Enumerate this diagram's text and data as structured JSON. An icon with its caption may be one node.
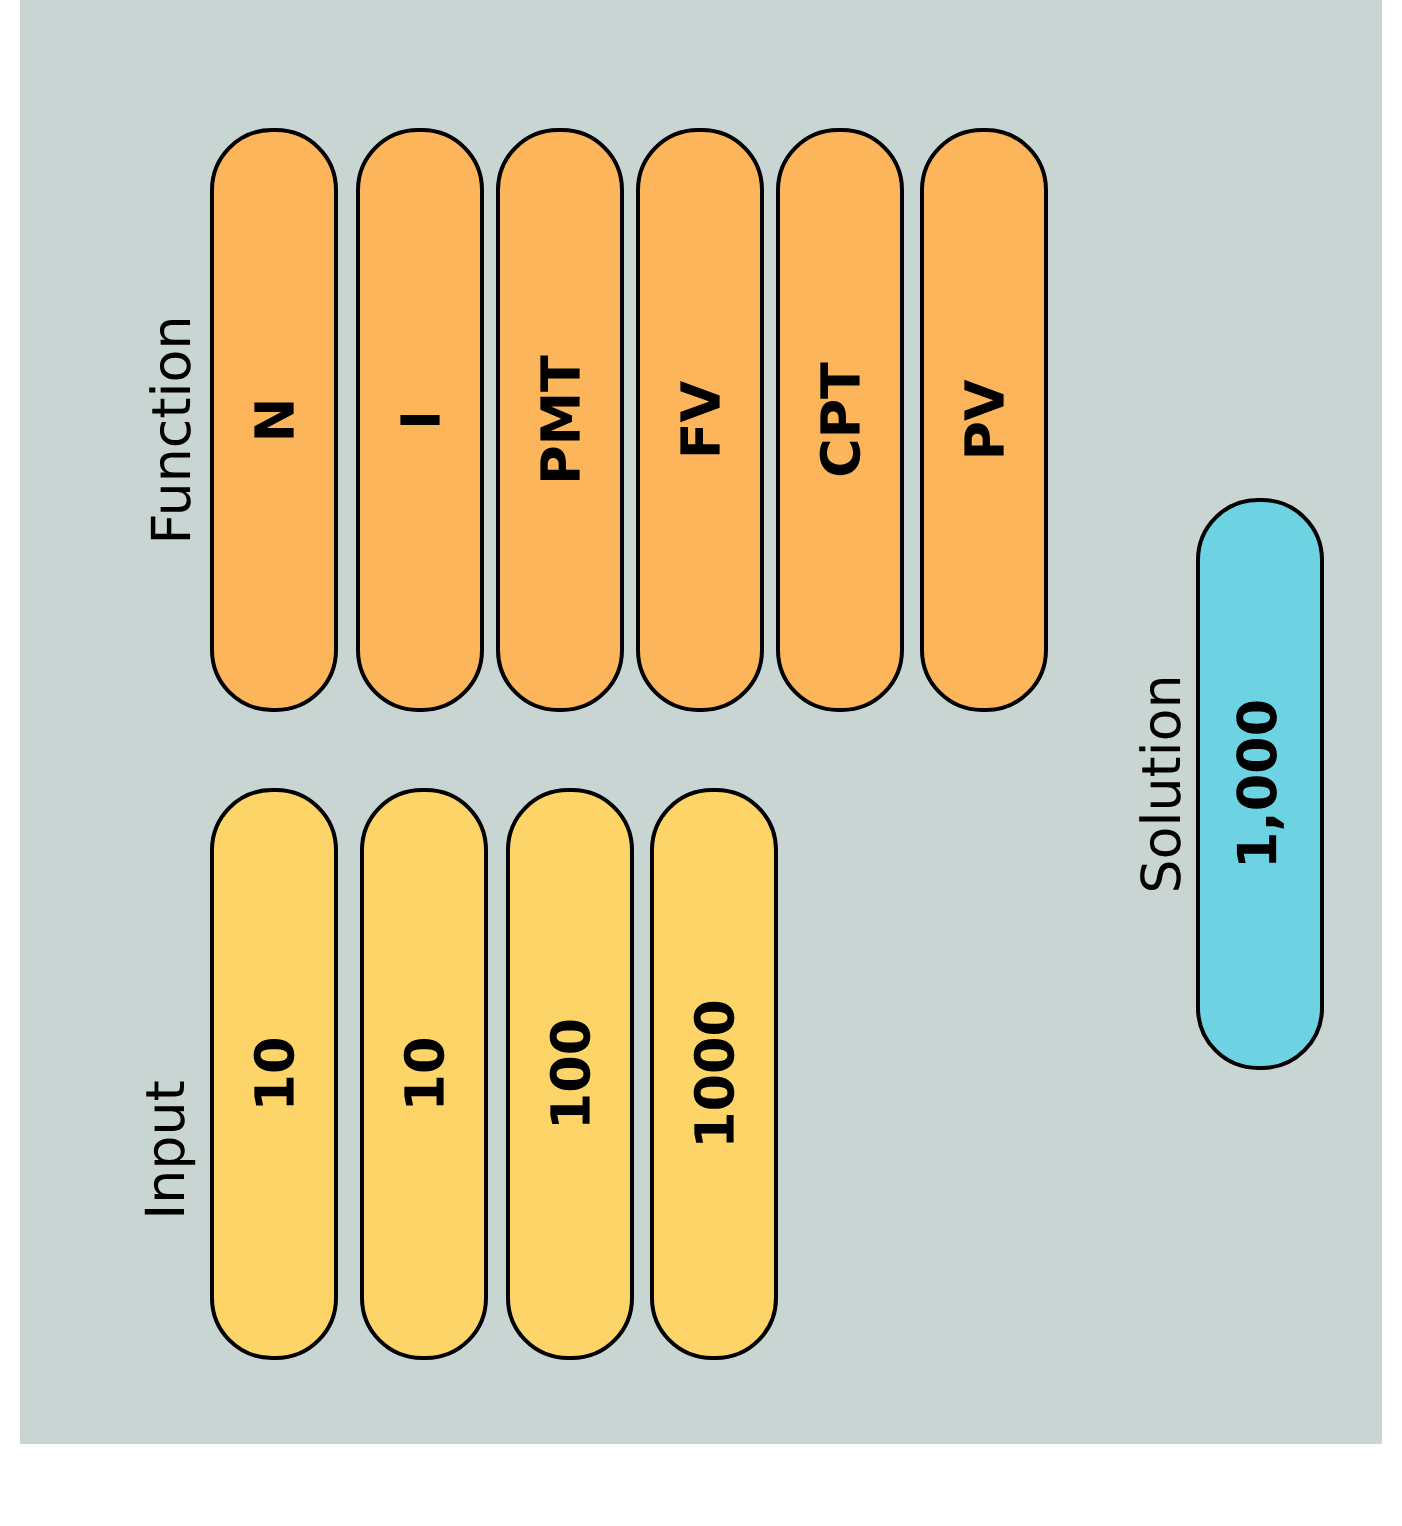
{
  "diagram": {
    "nodes": [
      {
        "text": [
          "10"
        ]
      },
      {
        "text": [
          "10"
        ]
      },
      {
        "text": [
          "100"
        ]
      },
      {
        "text": [
          "1000"
        ]
      },
      {
        "text": [
          "N"
        ]
      },
      {
        "text": [
          "I"
        ]
      },
      {
        "text": [
          "PMT"
        ]
      },
      {
        "text": [
          "FV"
        ]
      },
      {
        "text": [
          "CPT"
        ]
      },
      {
        "text": [
          "PV"
        ]
      },
      {
        "text": [
          "1,000"
        ]
      }
    ],
    "labels": [
      "Input",
      "Function",
      "Solution"
    ]
  }
}
